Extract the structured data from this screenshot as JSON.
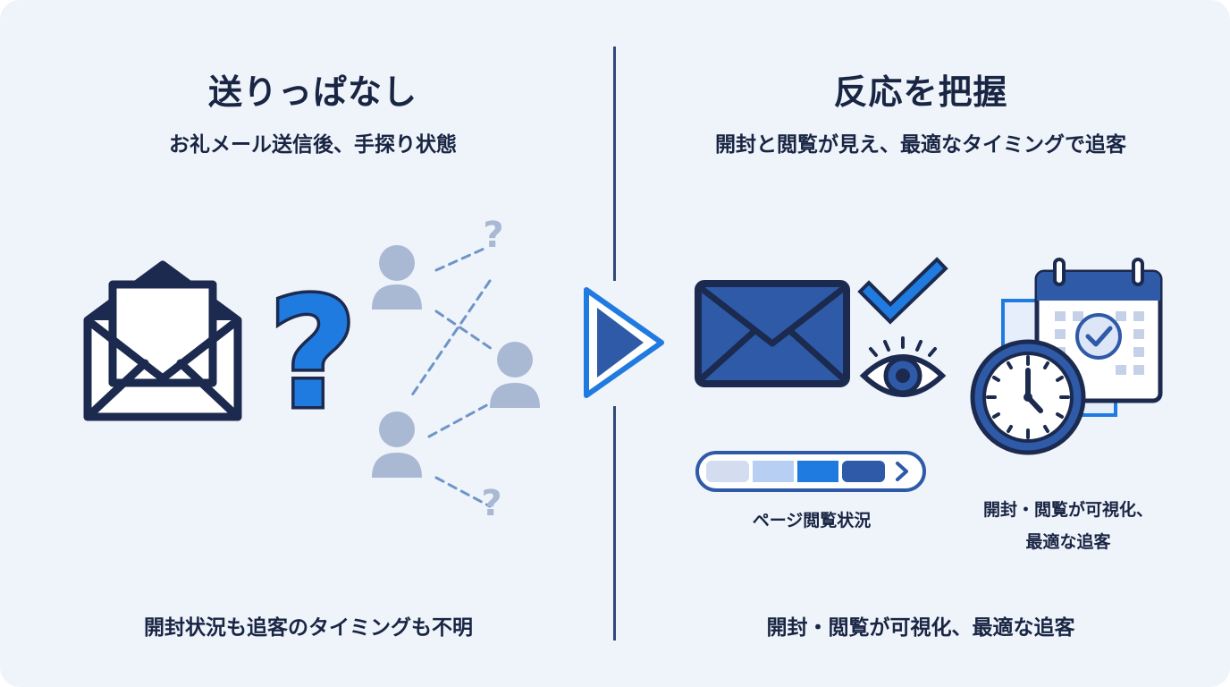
{
  "left_panel": {
    "title": "送りっぱなし",
    "subtitle": "お礼メール送信後、手探り状態",
    "caption": "開封状況も追客のタイミングも不明"
  },
  "right_panel": {
    "title": "反応を把握",
    "subtitle": "開封と閲覧が見え、最適なタイミングで追客",
    "progress_label": "ページ閲覧状況",
    "calendar_label_line1": "開封・閲覧が可視化、",
    "calendar_label_line2": "最適な追客",
    "caption": "開封・閲覧が可視化、最適な追客"
  },
  "icons": {
    "question_mark": "?",
    "question_small": "?"
  },
  "colors": {
    "background": "#eff3fa",
    "navy": "#1b2a4e",
    "brand_blue": "#2e5aa8",
    "accent_blue": "#1f7be0",
    "person_grey": "#a9b8d3",
    "divider": "#2f4a78"
  }
}
